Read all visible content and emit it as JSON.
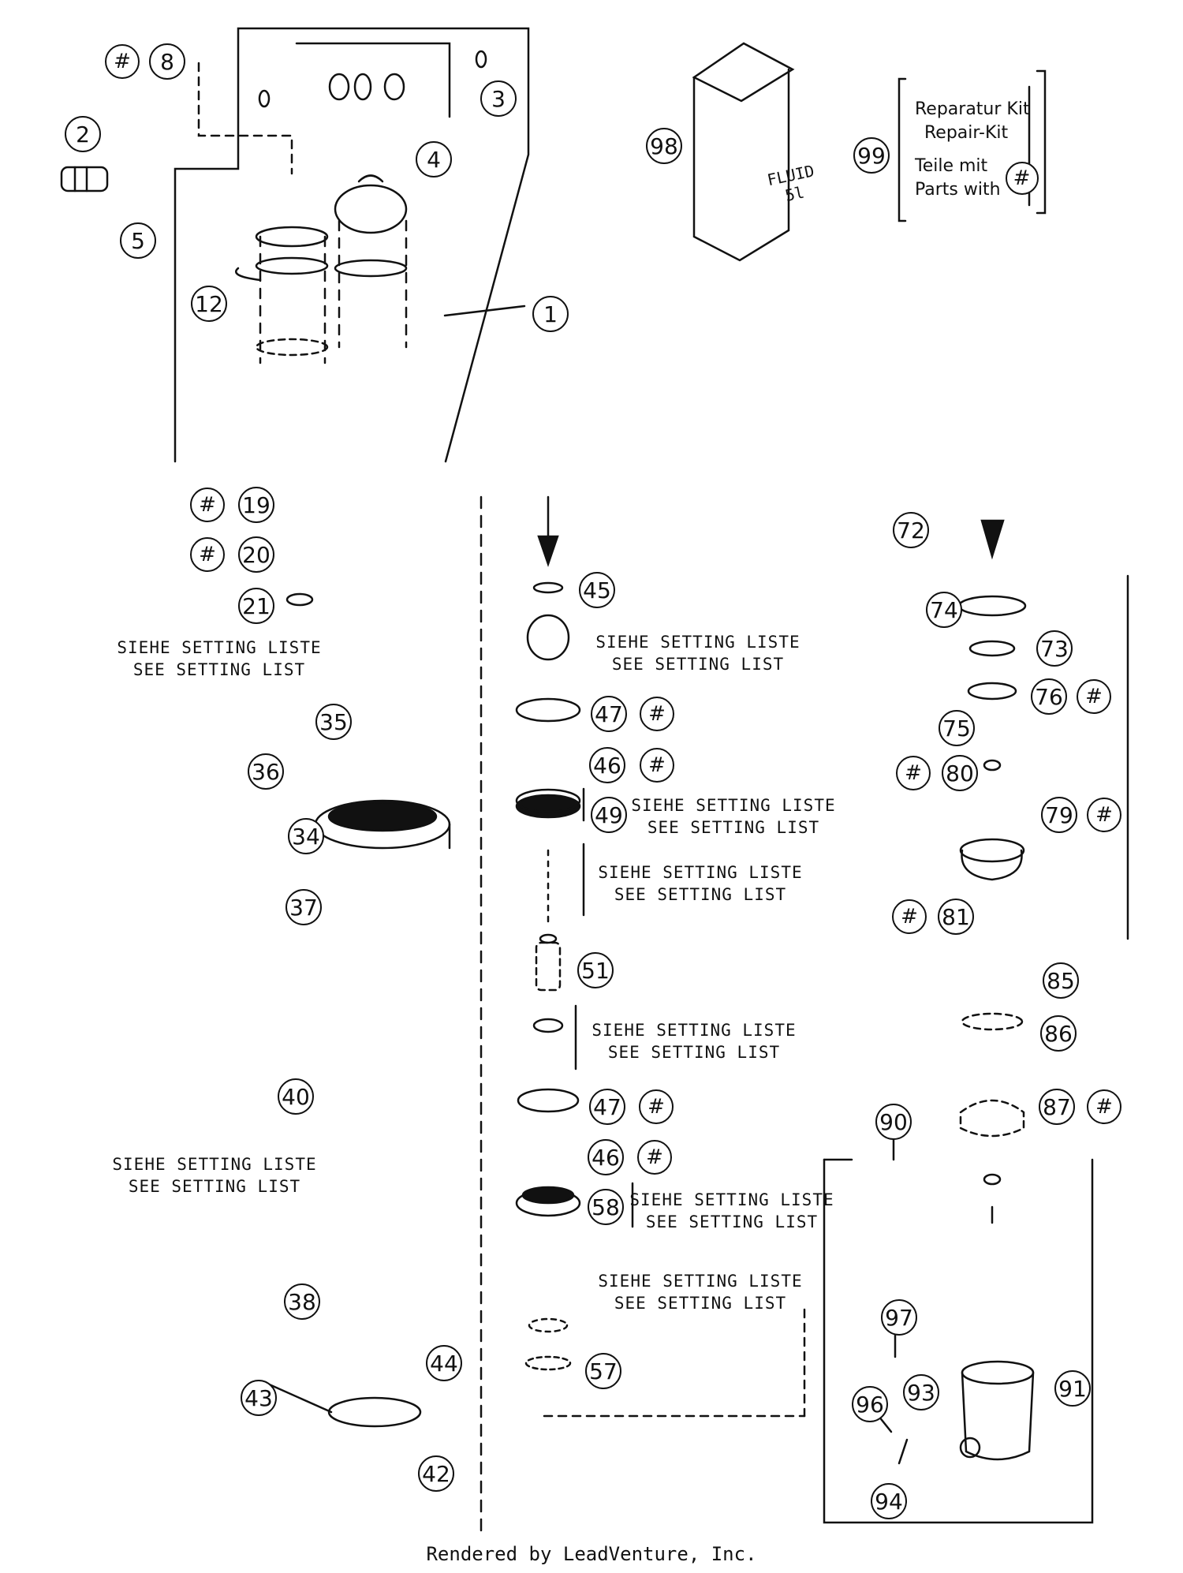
{
  "labels": {
    "n1": "1",
    "n2": "2",
    "n3": "3",
    "n4": "4",
    "n5": "5",
    "n8": "8",
    "n12": "12",
    "n19": "19",
    "n20": "20",
    "n21": "21",
    "n34": "34",
    "n35": "35",
    "n36": "36",
    "n37": "37",
    "n38": "38",
    "n40": "40",
    "n42": "42",
    "n43": "43",
    "n44": "44",
    "n45": "45",
    "n46a": "46",
    "n46b": "46",
    "n47a": "47",
    "n47b": "47",
    "n49": "49",
    "n51": "51",
    "n57": "57",
    "n58": "58",
    "n72": "72",
    "n73": "73",
    "n74": "74",
    "n75": "75",
    "n76": "76",
    "n79": "79",
    "n80": "80",
    "n81": "81",
    "n85": "85",
    "n86": "86",
    "n87": "87",
    "n90": "90",
    "n91": "91",
    "n93": "93",
    "n94": "94",
    "n96": "96",
    "n97": "97",
    "n98": "98",
    "n99": "99"
  },
  "hash_symbol": "#",
  "setting_note": {
    "line1": "SIEHE SETTING LISTE",
    "line2": "SEE SETTING LIST"
  },
  "kit_box": {
    "line1": "Reparatur Kit",
    "line2": "Repair-Kit",
    "line3": "Teile mit",
    "line4": "Parts with"
  },
  "fluid_can": {
    "line1": "FLUID",
    "line2": "5l"
  },
  "footer": "Rendered by LeadVenture, Inc.",
  "colors": {
    "ink": "#111111",
    "background": "#ffffff"
  }
}
